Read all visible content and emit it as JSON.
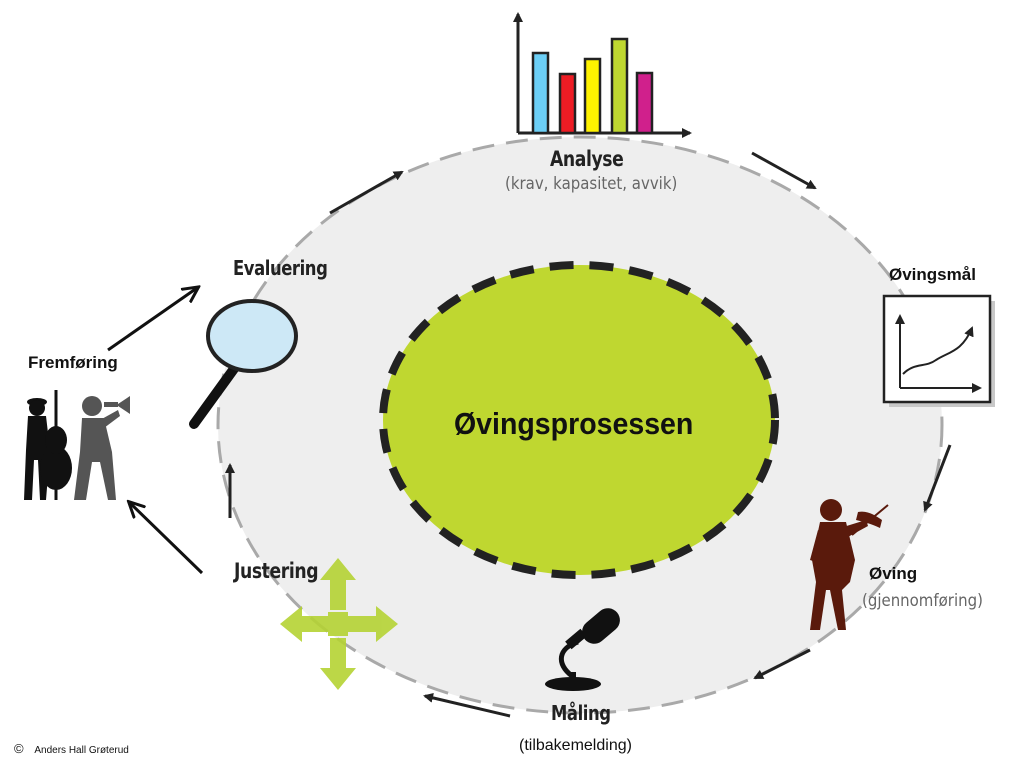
{
  "center": {
    "title": "Øvingsprosessen"
  },
  "stages": {
    "analyse": {
      "label": "Analyse",
      "sub": "(krav, kapasitet, avvik)"
    },
    "ovingsmal": {
      "label": "Øvingsmål"
    },
    "oving": {
      "label": "Øving",
      "sub": "(gjennomføring)"
    },
    "maling": {
      "label": "Måling",
      "sub": "(tilbakemelding)"
    },
    "justering": {
      "label": "Justering"
    },
    "evaluering": {
      "label": "Evaluering"
    },
    "fremforing": {
      "label": "Fremføring"
    }
  },
  "copyright": {
    "symbol": "©",
    "author": "Anders Hall Grøterud"
  },
  "icons": {
    "bar_chart": "bar-chart-icon",
    "goal_chart": "line-chart-icon",
    "violinist": "violinist-icon",
    "microphone": "microphone-icon",
    "cross_arrows": "cross-arrows-icon",
    "magnifier": "magnifying-glass-icon",
    "musicians": "musicians-icon"
  },
  "colors": {
    "center_fill": "#bfd730",
    "ring_fill": "#eeeeee",
    "bar_colors": [
      "#6ccff6",
      "#ed1c24",
      "#fff200",
      "#bfd730",
      "#d0208c"
    ],
    "cross_fill": "#b5d334",
    "violinist": "#5a1a0c",
    "musicians": "#222222"
  }
}
